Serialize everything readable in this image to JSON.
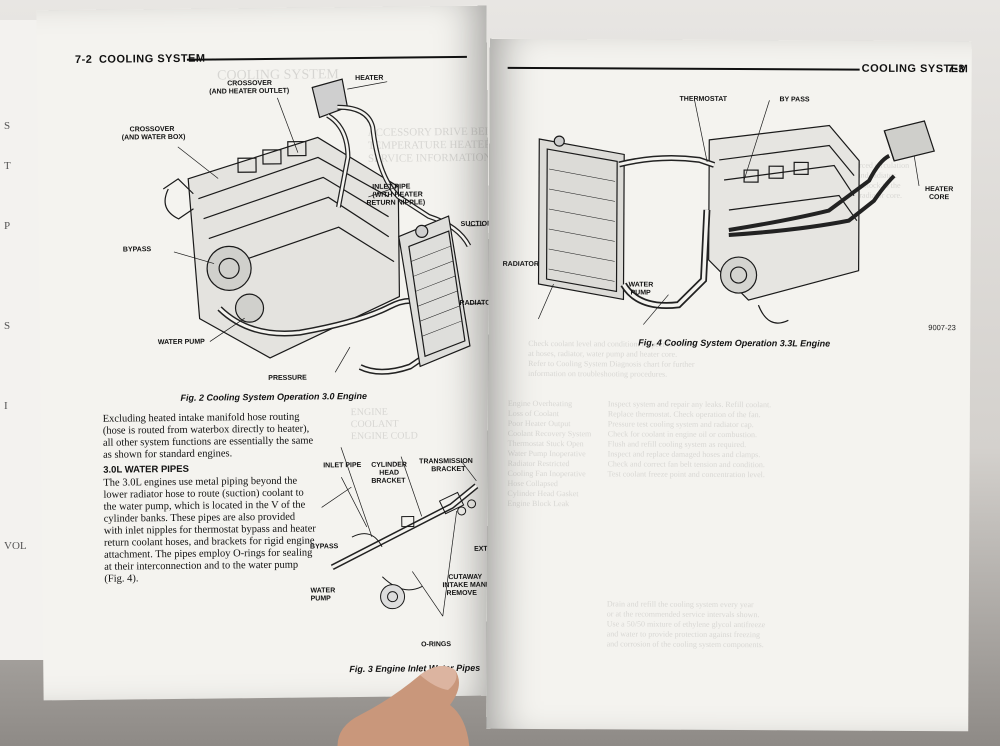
{
  "left_page": {
    "header": {
      "page_num": "7-2",
      "section": "COOLING SYSTEM"
    },
    "fig2": {
      "caption": "Fig. 2 Cooling System Operation 3.0 Engine",
      "labels": {
        "heater": "HEATER",
        "crossover_outlet_l1": "CROSSOVER",
        "crossover_outlet_l2": "(AND HEATER OUTLET)",
        "crossover_box_l1": "CROSSOVER",
        "crossover_box_l2": "(AND WATER BOX)",
        "inlet_l1": "INLET PIPE",
        "inlet_l2": "(WITH HEATER",
        "inlet_l3": "RETURN NIPPLE)",
        "suction": "SUCTION",
        "bypass": "BYPASS",
        "radiator": "RADIATOR",
        "water_pump": "WATER PUMP",
        "pressure": "PRESSURE"
      }
    },
    "paragraph1": "Excluding heated intake manifold hose routing (hose is routed from waterbox directly to heater), all other system functions are essentially the same as shown for standard engines.",
    "subheading": "3.0L WATER PIPES",
    "paragraph2": "The 3.0L engines use metal piping beyond the lower radiator hose to route (suction) coolant to the water pump, which is located in the V of the cylinder banks. These pipes are also provided with inlet nipples for thermostat bypass and heater return coolant hoses, and brackets for rigid engine attachment. The pipes employ O-rings for sealing at their interconnection and to the water pump (Fig. 4).",
    "fig3": {
      "caption": "Fig. 3 Engine Inlet Water Pipes",
      "labels": {
        "inlet_pipe": "INLET PIPE",
        "cyl_l1": "CYLINDER",
        "cyl_l2": "HEAD",
        "cyl_l3": "BRACKET",
        "trans_l1": "TRANSMISSION",
        "trans_l2": "BRACKET",
        "bypass": "BYPASS",
        "water_l1": "WATER",
        "water_l2": "PUMP",
        "ext": "EXT",
        "cut_l1": "CUTAWAY",
        "cut_l2": "INTAKE MANI",
        "cut_l3": "REMOVE",
        "orings": "O-RINGS"
      }
    }
  },
  "right_page": {
    "header": {
      "section": "COOLING SYSTEM",
      "page_num": "7-3"
    },
    "fig4": {
      "caption": "Fig. 4 Cooling System Operation 3.3L Engine",
      "code": "9007-23",
      "labels": {
        "thermostat": "THERMOSTAT",
        "bypass": "BY PASS",
        "heater_l1": "HEATER",
        "heater_l2": "CORE",
        "radiator": "RADIATOR",
        "water_l1": "WATER",
        "water_l2": "PUMP"
      }
    }
  },
  "colors": {
    "paper": "#f4f3ef",
    "ink": "#111111",
    "table": "#d4d1cd"
  }
}
